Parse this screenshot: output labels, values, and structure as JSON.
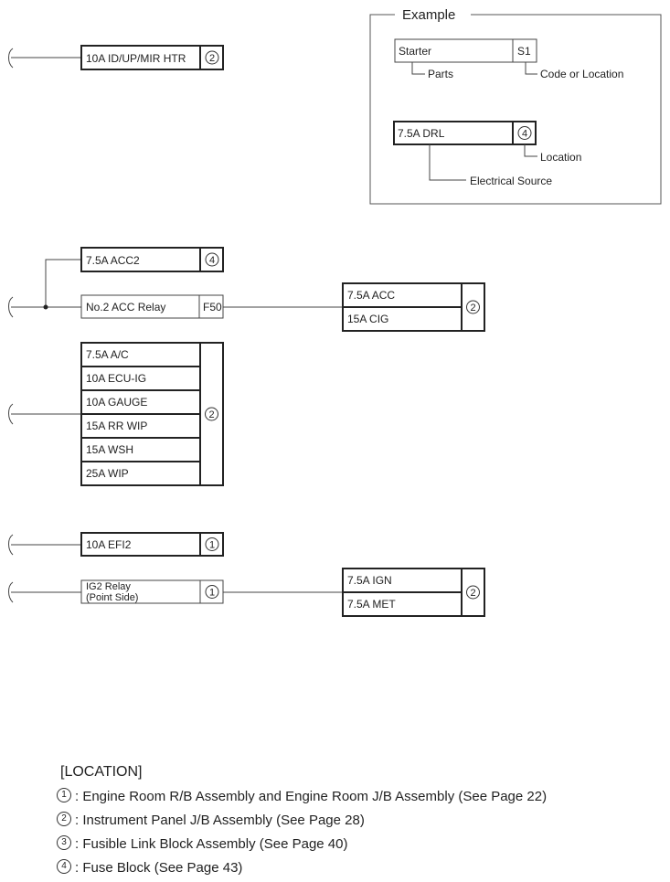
{
  "example": {
    "title": "Example",
    "parts_box": "Starter",
    "parts_code": "S1",
    "parts_label": "Parts",
    "code_label": "Code or Location",
    "source_box": "7.5A DRL",
    "source_loc": "4",
    "location_label": "Location",
    "source_label": "Electrical Source"
  },
  "sources": {
    "id_up_mir": {
      "label": "10A ID/UP/MIR HTR",
      "loc": "2"
    },
    "acc2": {
      "label": "7.5A ACC2",
      "loc": "4"
    },
    "acc_relay": {
      "label": "No.2 ACC Relay",
      "code": "F50"
    },
    "acc_fuses": {
      "items": [
        "7.5A ACC",
        "15A CIG"
      ],
      "loc": "2"
    },
    "jb_fuses": {
      "items": [
        "7.5A A/C",
        "10A ECU-IG",
        "10A GAUGE",
        "15A RR WIP",
        "15A WSH",
        "25A WIP"
      ],
      "loc": "2"
    },
    "efi2": {
      "label": "10A EFI2",
      "loc": "1"
    },
    "ig2_relay": {
      "line1": "IG2 Relay",
      "line2": "(Point Side)",
      "loc": "1"
    },
    "ign_fuses": {
      "items": [
        "7.5A IGN",
        "7.5A MET"
      ],
      "loc": "2"
    }
  },
  "location_legend": {
    "title": "[LOCATION]",
    "items": [
      {
        "num": "1",
        "text": ": Engine Room R/B Assembly and Engine Room J/B Assembly (See Page 22)"
      },
      {
        "num": "2",
        "text": ": Instrument Panel J/B Assembly (See Page 28)"
      },
      {
        "num": "3",
        "text": ": Fusible Link Block Assembly (See Page 40)"
      },
      {
        "num": "4",
        "text": ": Fuse Block (See Page 43)"
      }
    ]
  }
}
